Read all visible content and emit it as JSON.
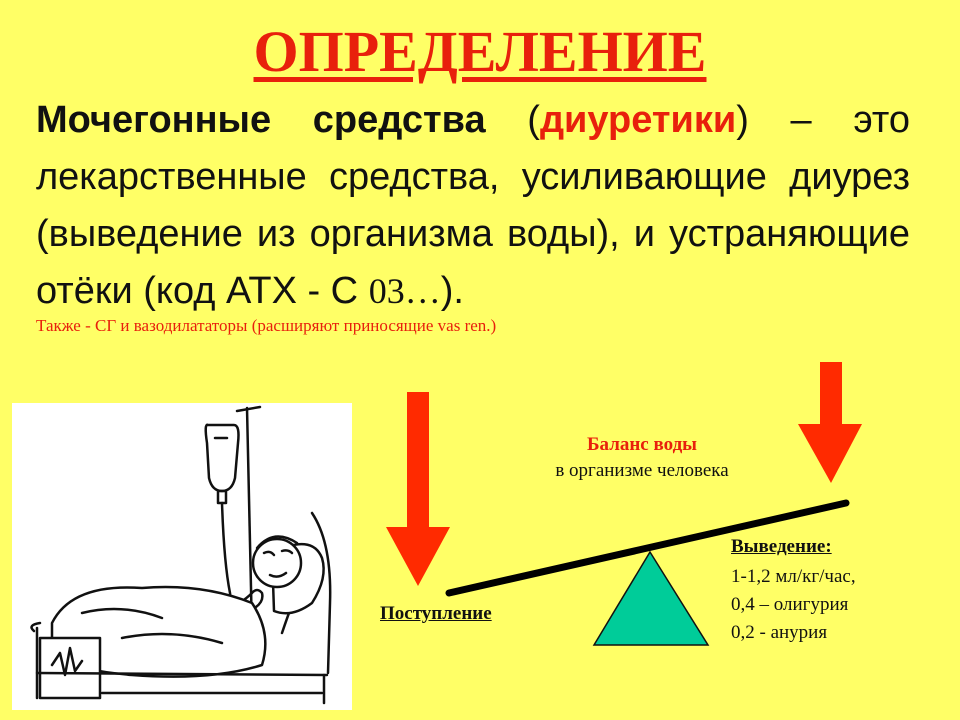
{
  "title": "ОПРЕДЕЛЕНИЕ",
  "definition": {
    "term": "Мочегонные средства",
    "open_paren": "(",
    "synonym": "диуретики",
    "close_paren": ")",
    "rest": " – это лекарственные средства, усиливающие диурез (выведение из организма воды), и устраняющие отёки (код АТХ - С ",
    "atc_code": "03…",
    "end": ")."
  },
  "note": "Также - СГ и вазодилататоры (расширяют приносящие vas ren.)",
  "balance": {
    "title": "Баланс воды",
    "subtitle": "в организме человека"
  },
  "intake_label": "Поступление",
  "output": {
    "title": "Выведение:",
    "lines": [
      "1-1,2 мл/кг/час,",
      "0,4 – олигурия",
      "0,2 - анурия"
    ]
  },
  "colors": {
    "background": "#FFFF66",
    "accent_red": "#E8200C",
    "arrow_red": "#FF2A00",
    "triangle": "#00CC99"
  },
  "illustration": "patient-in-bed-with-iv-drip"
}
